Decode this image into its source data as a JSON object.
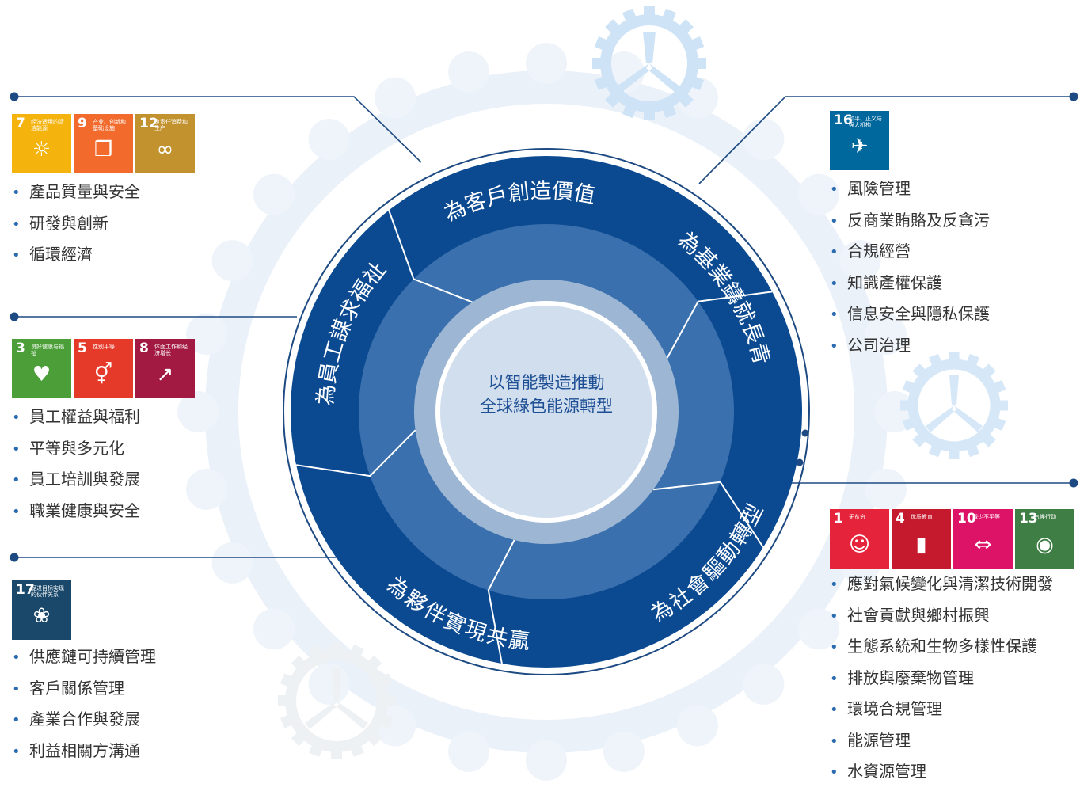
{
  "center": {
    "line1": "以智能製造推動",
    "line2": "全球綠色能源轉型"
  },
  "ring_labels": {
    "top": "為客戶創造價值",
    "right": "為基業鑄就長青",
    "right_bottom": "為社會驅動轉型",
    "bottom": "為夥伴實現共贏",
    "left": "為員工謀求福祉"
  },
  "groups": {
    "customer": {
      "sdgs": [
        {
          "num": "7",
          "label": "经济适用的清洁能源",
          "color": "#f4b30d",
          "icon": "sun-power-icon"
        },
        {
          "num": "9",
          "label": "产业、创新和基础设施",
          "color": "#f26a2c",
          "icon": "cubes-icon"
        },
        {
          "num": "12",
          "label": "负责任消费和生产",
          "color": "#c1922d",
          "icon": "infinity-icon"
        }
      ],
      "items": [
        "產品質量與安全",
        "研發與創新",
        "循環經濟"
      ]
    },
    "employee": {
      "sdgs": [
        {
          "num": "3",
          "label": "良好健康与福祉",
          "color": "#4c9f38",
          "icon": "heartbeat-icon"
        },
        {
          "num": "5",
          "label": "性别平等",
          "color": "#e5392a",
          "icon": "gender-icon"
        },
        {
          "num": "8",
          "label": "体面工作和经济增长",
          "color": "#a21942",
          "icon": "growth-chart-icon"
        }
      ],
      "items": [
        "員工權益與福利",
        "平等與多元化",
        "員工培訓與發展",
        "職業健康與安全"
      ]
    },
    "partner": {
      "sdgs": [
        {
          "num": "17",
          "label": "促进目标实现的伙伴关系",
          "color": "#19486a",
          "icon": "flower-rings-icon"
        }
      ],
      "items": [
        "供應鏈可持續管理",
        "客戶關係管理",
        "產業合作與發展",
        "利益相關方溝通"
      ]
    },
    "governance": {
      "sdgs": [
        {
          "num": "16",
          "label": "和平、正义与强大机构",
          "color": "#00689d",
          "icon": "dove-gavel-icon"
        }
      ],
      "items": [
        "風險管理",
        "反商業賄賂及反貪污",
        "合規經營",
        "知識產權保護",
        "信息安全與隱私保護",
        "公司治理"
      ]
    },
    "society": {
      "sdgs": [
        {
          "num": "1",
          "label": "无贫穷",
          "color": "#e5243b",
          "icon": "family-icon"
        },
        {
          "num": "4",
          "label": "优质教育",
          "color": "#c5192d",
          "icon": "book-icon"
        },
        {
          "num": "10",
          "label": "减少不平等",
          "color": "#dd1367",
          "icon": "equality-arrows-icon"
        },
        {
          "num": "13",
          "label": "气候行动",
          "color": "#3f7e44",
          "icon": "eye-globe-icon"
        }
      ],
      "items": [
        "應對氣候變化與清潔技術開發",
        "社會貢獻與鄉村振興",
        "生態系統和生物多樣性保護",
        "排放與廢棄物管理",
        "環境合規管理",
        "能源管理",
        "水資源管理"
      ]
    }
  },
  "colors": {
    "ring_dark": "#0b4a91",
    "ring_mid": "#3a70ad",
    "ring_light": "#9db6d4",
    "core": "#d0deee",
    "accent": "#1e4f94"
  }
}
